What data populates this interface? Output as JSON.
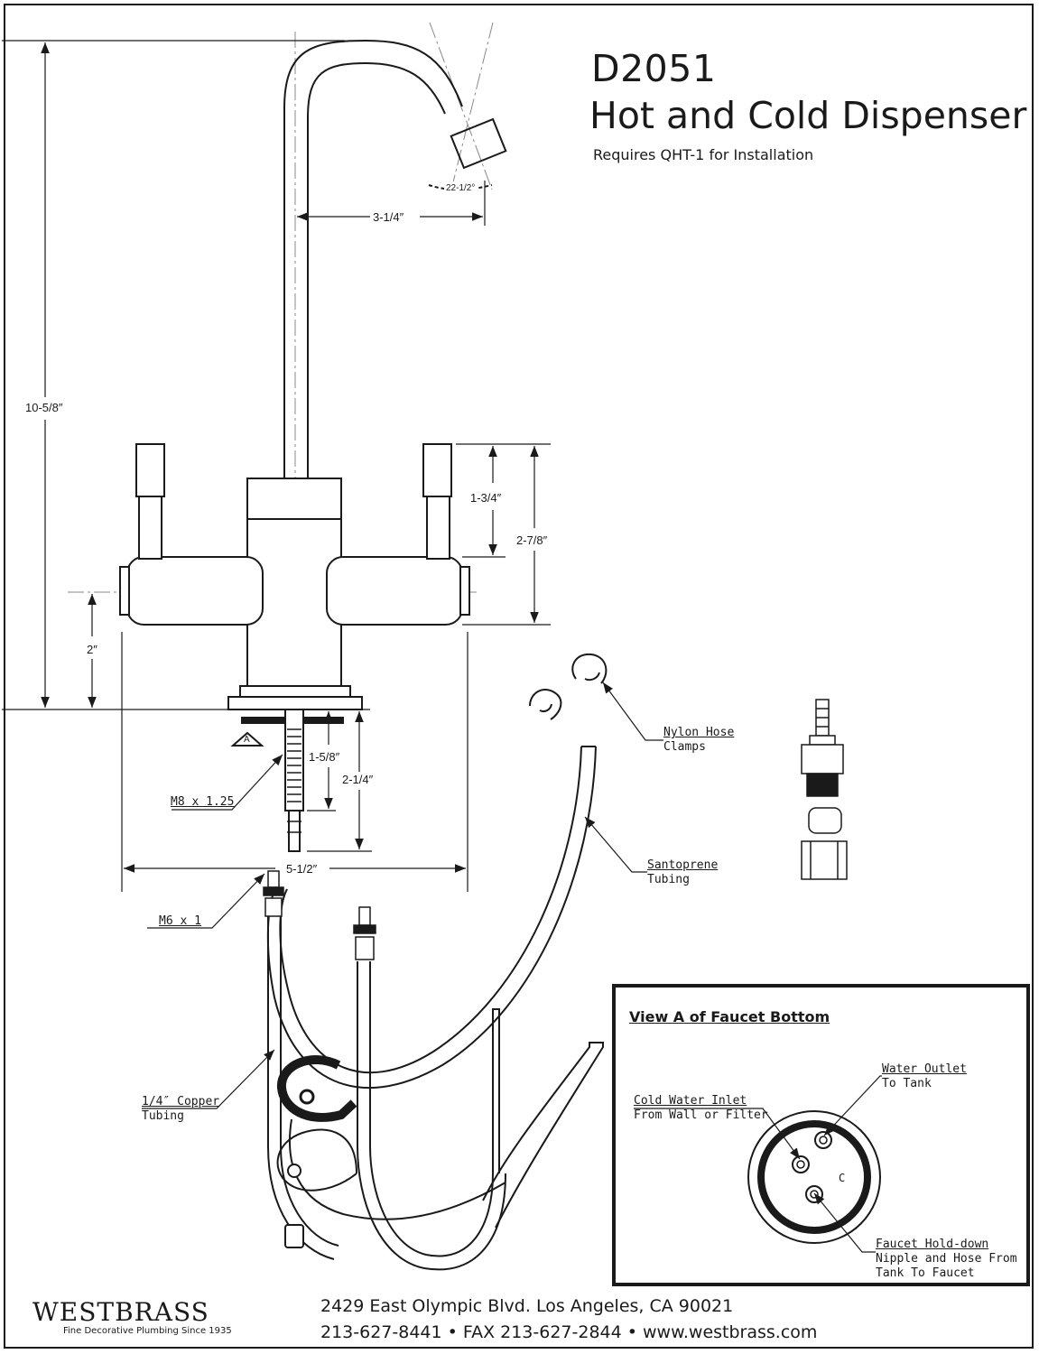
{
  "title": {
    "model": "D2051",
    "name": "Hot and Cold Dispenser",
    "requirement": "Requires QHT-1 for Installation"
  },
  "dimensions": {
    "angle": "22-1/2°",
    "reach": "3-1/4″",
    "height": "10-5/8″",
    "handle_height": "1-3/4″",
    "handle_total": "2-7/8″",
    "base_to_center": "2″",
    "shank_length": "1-5/8″",
    "shank_total": "2-1/4″",
    "width": "5-1/2″"
  },
  "callouts": {
    "view_a_marker": "A",
    "shank_thread": "M8 x 1.25",
    "tube_thread": "M6 x 1",
    "clamps": [
      "Nylon Hose",
      "Clamps"
    ],
    "santoprene": [
      "Santoprene",
      "Tubing"
    ],
    "copper": [
      "1/4″ Copper",
      "Tubing"
    ]
  },
  "view_a": {
    "title": "View A of Faucet Bottom",
    "water_outlet": [
      "Water Outlet",
      "To Tank"
    ],
    "cold_inlet": [
      "Cold Water Inlet",
      "From Wall or Filter"
    ],
    "holddown": [
      "Faucet Hold-down",
      "Nipple and Hose From",
      "Tank To Faucet"
    ],
    "c_marker": "C"
  },
  "footer": {
    "brand": "WESTBRASS",
    "tagline": "Fine Decorative Plumbing Since 1935",
    "address": "2429 East Olympic Blvd. Los Angeles, CA  90021",
    "contact": "213-627-8441 • FAX 213-627-2844 • www.westbrass.com"
  }
}
